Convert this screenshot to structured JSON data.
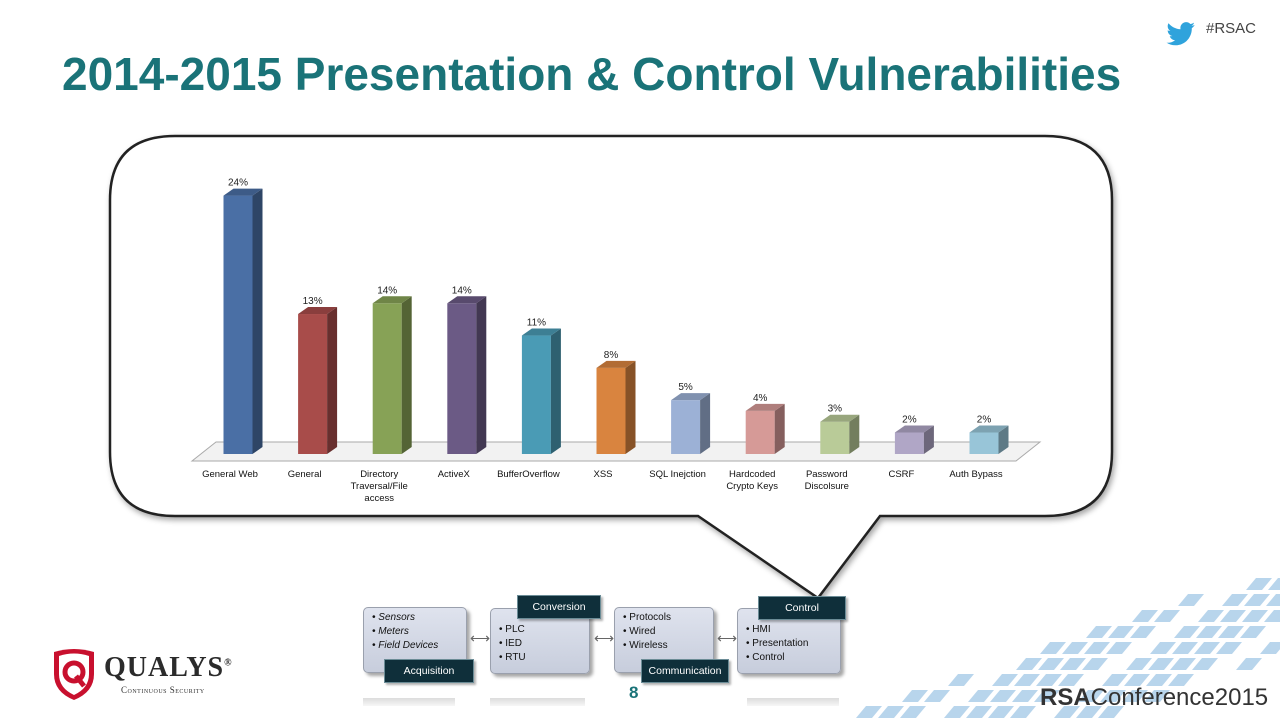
{
  "slide": {
    "title": "2014-2015 Presentation & Control Vulnerabilities",
    "hashtag": "#RSAC",
    "page_number": "8"
  },
  "chart_data": {
    "type": "bar",
    "categories": [
      "General Web",
      "General",
      "Directory Traversal/File access",
      "ActiveX",
      "BufferOverflow",
      "XSS",
      "SQL Inejction",
      "Hardcoded Crypto Keys",
      "Password Discolsure",
      "CSRF",
      "Auth Bypass"
    ],
    "values": [
      24,
      13,
      14,
      14,
      11,
      8,
      5,
      4,
      3,
      2,
      2
    ],
    "data_labels": [
      "24%",
      "13%",
      "14%",
      "14%",
      "11%",
      "8%",
      "5%",
      "4%",
      "3%",
      "2%",
      "2%"
    ],
    "colors": [
      "#4a6fa5",
      "#a84c4a",
      "#87a256",
      "#6b5a85",
      "#4a9bb5",
      "#d9843f",
      "#9cb1d6",
      "#d69a97",
      "#b9cb98",
      "#b0a6c6",
      "#98c5d8"
    ],
    "ylim": [
      0,
      25
    ],
    "grid": false,
    "style": "3d"
  },
  "flow": {
    "acquisition": {
      "items": [
        "Sensors",
        "Meters",
        "Field Devices"
      ],
      "tag": "Acquisition"
    },
    "conversion": {
      "items": [
        "PLC",
        "IED",
        "RTU"
      ],
      "tag": "Conversion"
    },
    "communication": {
      "items": [
        "Protocols",
        "Wired",
        "Wireless"
      ],
      "tag": "Communication"
    },
    "control": {
      "items": [
        "HMI",
        "Presentation",
        "Control"
      ],
      "tag": "Control"
    },
    "arrow": "⟷"
  },
  "logos": {
    "qualys_name": "QUALYS",
    "qualys_reg": "®",
    "qualys_tagline": "Continuous Security",
    "rsa_brand": "RSA",
    "rsa_conference": "Conference2015"
  },
  "colors": {
    "title": "#1a7378",
    "tag_background": "#0f2f3a",
    "twitter": "#2fa3dc",
    "qualys_red": "#c8102e",
    "rsa_pattern": "#7fb3dd"
  },
  "icons": [
    "twitter-icon",
    "qualys-shield-icon"
  ]
}
